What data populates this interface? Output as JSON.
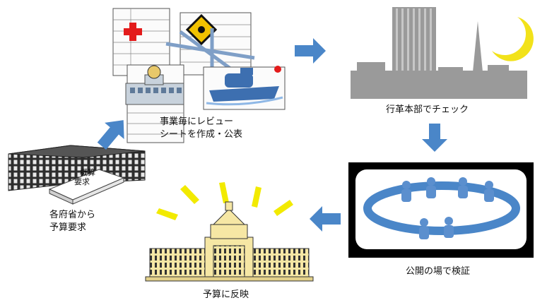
{
  "steps": [
    {
      "id": "ministry",
      "lines": [
        "各府省から",
        "予算要求"
      ],
      "plate_lines": [
        "概算",
        "要求"
      ]
    },
    {
      "id": "review_sheet",
      "lines": [
        "事業毎にレビュー",
        "シートを作成・公表"
      ]
    },
    {
      "id": "headquarters",
      "lines": [
        "行革本部でチェック"
      ]
    },
    {
      "id": "public",
      "lines": [
        "公開の場で検証"
      ]
    },
    {
      "id": "diet",
      "lines": [
        "予算に反映"
      ]
    }
  ],
  "colors": {
    "arrow": "#4a86c8",
    "building_gray": "#9a9a9a",
    "moon": "#f2e21a",
    "ray": "#f2ea00",
    "diet_fill": "#f6e7a4",
    "ring": "#4a86c8",
    "people": "#5b8fce",
    "red_cross": "#e31b1b"
  }
}
